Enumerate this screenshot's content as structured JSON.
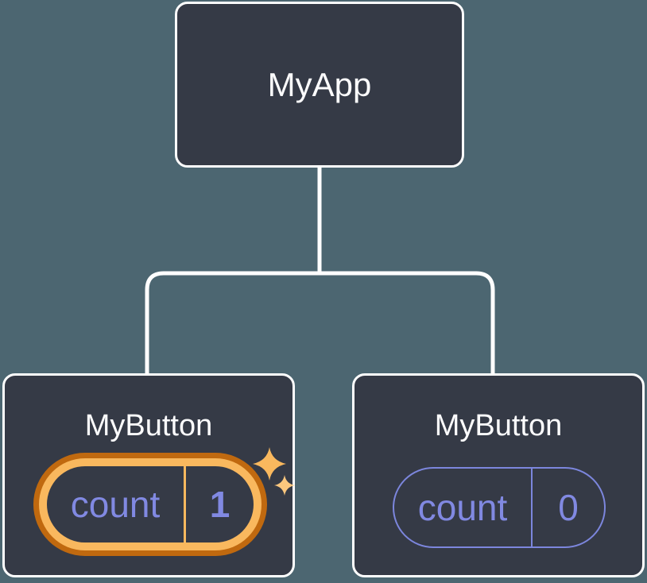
{
  "diagram": {
    "root": {
      "label": "MyApp"
    },
    "children": [
      {
        "label": "MyButton",
        "state_name": "count",
        "state_value": "1",
        "highlighted": true
      },
      {
        "label": "MyButton",
        "state_name": "count",
        "state_value": "0",
        "highlighted": false
      }
    ],
    "icons": {
      "highlight": "sparkles-icon"
    },
    "colors": {
      "background": "#4C6671",
      "node_fill": "#353A46",
      "node_border": "#FFFFFF",
      "connector": "#FFFFFF",
      "title_text": "#FCFCFD",
      "state_purple": "#8189E2",
      "pill_border_purple": "#7C86DD",
      "highlight_ring_outer": "#C0690F",
      "highlight_ring_inner": "#F9B85E",
      "sparkle_large": "#F9B85E",
      "sparkle_small": "#FBC77E"
    }
  }
}
